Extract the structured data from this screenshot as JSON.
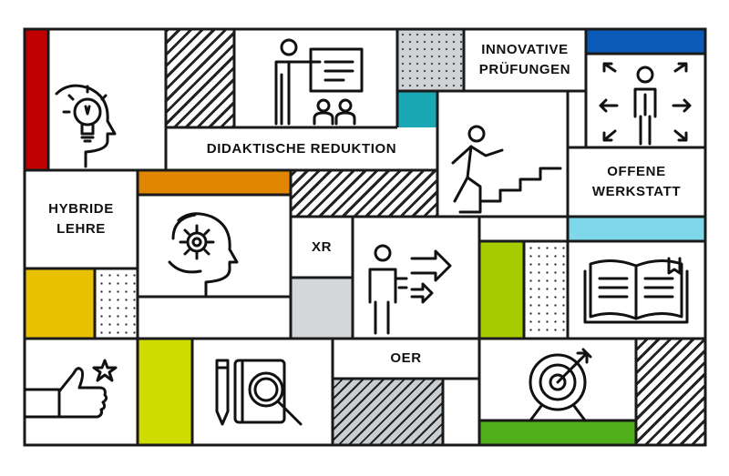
{
  "tiles": {
    "innovative": "INNOVATIVE\nPRÜFUNGEN",
    "didaktische": "DIDAKTISCHE REDUKTION",
    "offene": "OFFENE\nWERKSTATT",
    "hybride": "HYBRIDE\nLEHRE",
    "xr": "XR",
    "oer": "OER"
  },
  "colors": {
    "red": "#c00000",
    "blue": "#0b5ab8",
    "teal": "#1aa8b4",
    "orange": "#e08600",
    "light_blue": "#7fd8ea",
    "yellow": "#e8c100",
    "lime": "#a6cc00",
    "yellow_green": "#cfdc00",
    "green": "#4fae1a",
    "grey": "#d3d7da"
  },
  "icons": [
    "lightbulb-head-icon",
    "presenter-board-icon",
    "person-arrows-icon",
    "person-stairs-icon",
    "gear-head-icon",
    "person-double-arrow-icon",
    "open-book-icon",
    "thumbs-up-star-icon",
    "pencil-magnifier-icon",
    "target-arrow-icon"
  ]
}
